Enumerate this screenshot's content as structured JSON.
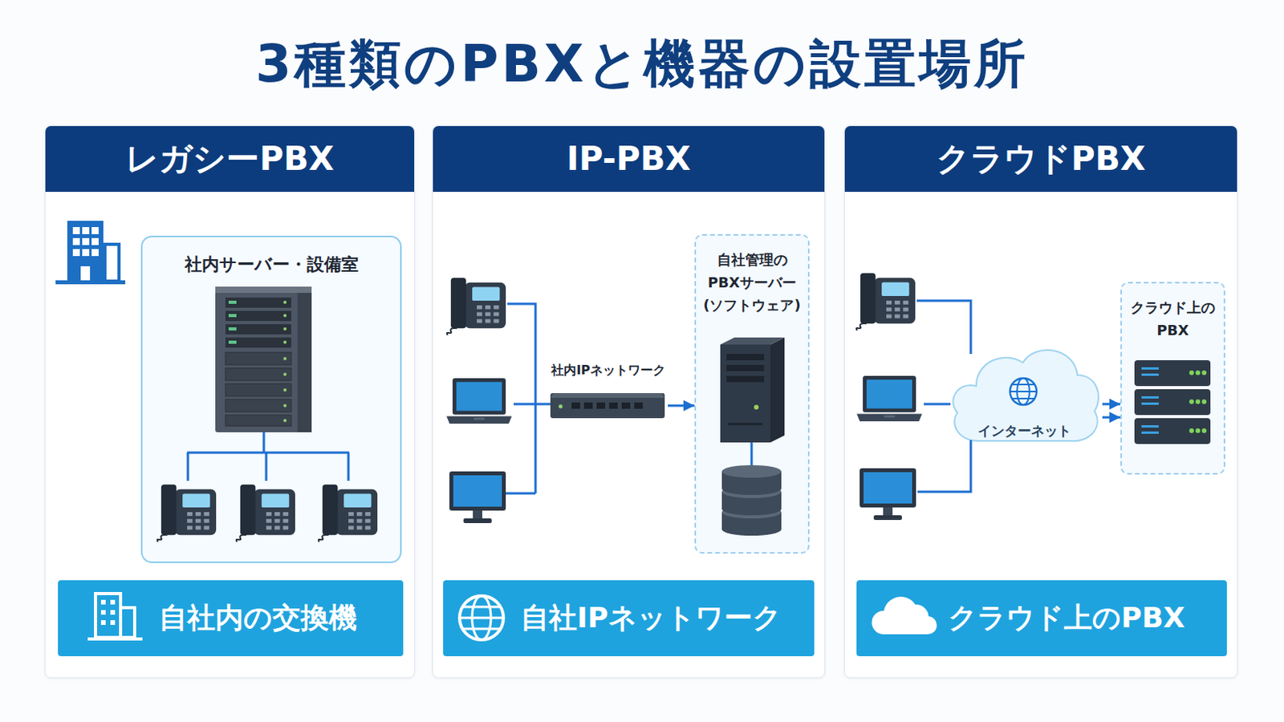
{
  "diagram": {
    "title": "3種類のPBXと機器の設置場所",
    "nodes": [
      {
        "text": [
          "レガシーPBX"
        ]
      },
      {
        "text": [
          "社内サーバー・設備室"
        ],
        "in": 0
      },
      {
        "text": [
          "自社内の交換機"
        ],
        "in": 0
      },
      {
        "text": [
          "IP-PBX"
        ]
      },
      {
        "text": [
          "社内IPネットワーク"
        ],
        "in": 3
      },
      {
        "text": [
          "自社管理の PBXサーバー (ソフトウェア)"
        ],
        "in": 3
      },
      {
        "text": [
          "自社IPネットワーク"
        ],
        "in": 3
      },
      {
        "text": [
          "クラウドPBX"
        ]
      },
      {
        "text": [
          "インターネット"
        ],
        "in": 7
      },
      {
        "text": [
          "クラウド上の PBX"
        ],
        "in": 7
      },
      {
        "text": [
          "クラウド上のPBX"
        ],
        "in": 7
      }
    ],
    "edges": [
      {
        "from": 4,
        "to": 5,
        "arrow": "to"
      },
      {
        "from": 8,
        "to": 9,
        "arrow": "to"
      },
      {
        "from": 8,
        "to": 9,
        "arrow": "to"
      }
    ]
  }
}
